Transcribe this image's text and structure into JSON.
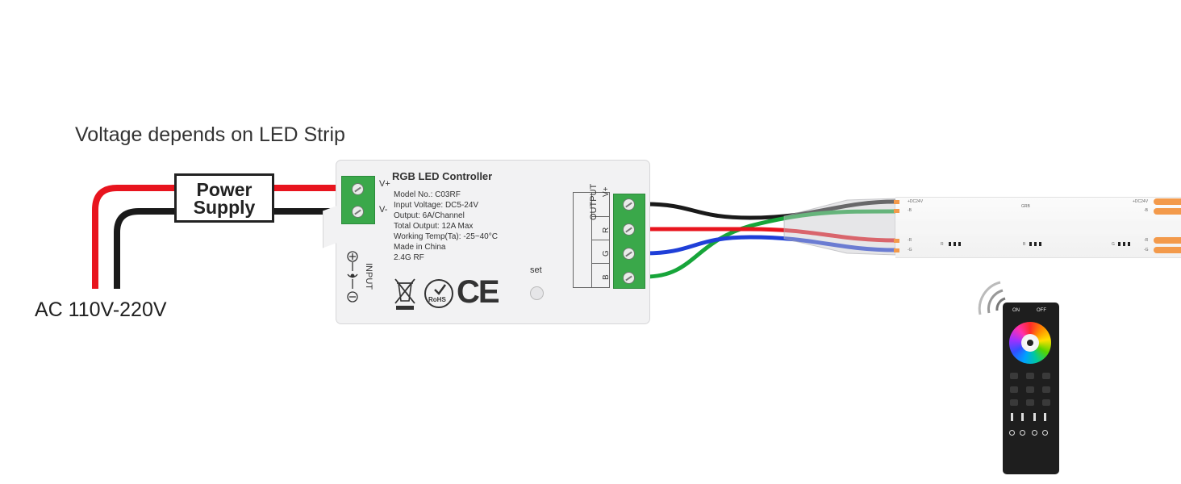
{
  "heading": "Voltage depends on LED Strip",
  "ac_input_label": "AC 110V-220V",
  "power_supply": {
    "line1": "Power",
    "line2": "Supply"
  },
  "controller": {
    "title": "RGB LED Controller",
    "specs": [
      "Model No.: C03RF",
      "Input Voltage: DC5-24V",
      "Output: 6A/Channel",
      "Total Output: 12A Max",
      "Working Temp(Ta): -25~40°C",
      "Made in China",
      "2.4G RF"
    ],
    "input_terminals": [
      "V+",
      "V-"
    ],
    "input_label": "INPUT",
    "output_label": "OUTPUT",
    "output_channels": [
      "V+",
      "R",
      "G",
      "B"
    ],
    "set_label": "set",
    "cert_marks": [
      "RoHS",
      "CE"
    ]
  },
  "led_strip": {
    "pad_labels": [
      "+DC24V",
      "-B",
      "-R",
      "-G"
    ],
    "center_label": "GRB",
    "right_labels": [
      "+DC24V",
      "-B",
      "-R",
      "-G"
    ],
    "segment_labels": [
      "R",
      "B",
      "G"
    ]
  },
  "remote": {
    "on_label": "ON",
    "off_label": "OFF"
  },
  "colors": {
    "wire_red": "#e8141e",
    "wire_black": "#1a1a1a",
    "wire_blue": "#1f3fd8",
    "wire_green": "#17a53a",
    "terminal_green": "#3aa84a",
    "pad_orange": "#f39a4b"
  }
}
